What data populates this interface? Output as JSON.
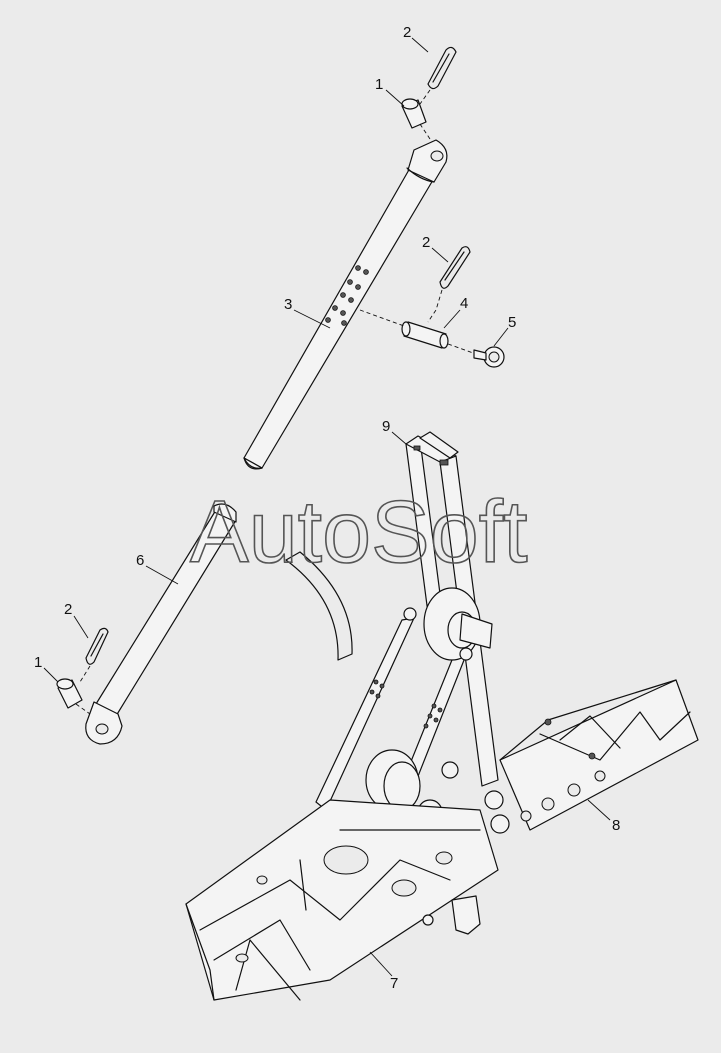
{
  "watermark": "AutoSoft",
  "callouts": [
    {
      "id": "c1",
      "label": "2"
    },
    {
      "id": "c2",
      "label": "1"
    },
    {
      "id": "c3",
      "label": "2"
    },
    {
      "id": "c4",
      "label": "3"
    },
    {
      "id": "c5",
      "label": "4"
    },
    {
      "id": "c6",
      "label": "5"
    },
    {
      "id": "c7",
      "label": "9"
    },
    {
      "id": "c8",
      "label": "6"
    },
    {
      "id": "c9",
      "label": "2"
    },
    {
      "id": "c10",
      "label": "1"
    },
    {
      "id": "c11",
      "label": "8"
    },
    {
      "id": "c12",
      "label": "7"
    }
  ]
}
